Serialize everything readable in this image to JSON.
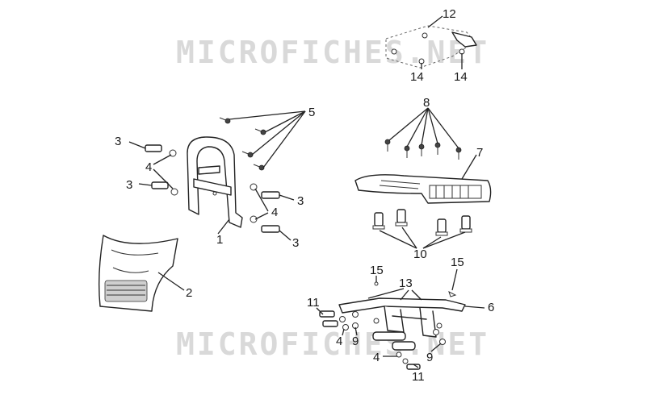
{
  "watermark": "MICROFICHES.NET",
  "callouts": {
    "c1": "1",
    "c2": "2",
    "c3a": "3",
    "c3b": "3",
    "c3c": "3",
    "c3d": "3",
    "c4a": "4",
    "c4b": "4",
    "c4c": "4",
    "c4d": "4",
    "c5": "5",
    "c6": "6",
    "c7": "7",
    "c8": "8",
    "c9a": "9",
    "c9b": "9",
    "c10": "10",
    "c11a": "11",
    "c11b": "11",
    "c12": "12",
    "c13": "13",
    "c14a": "14",
    "c14b": "14",
    "c15a": "15",
    "c15b": "15"
  }
}
